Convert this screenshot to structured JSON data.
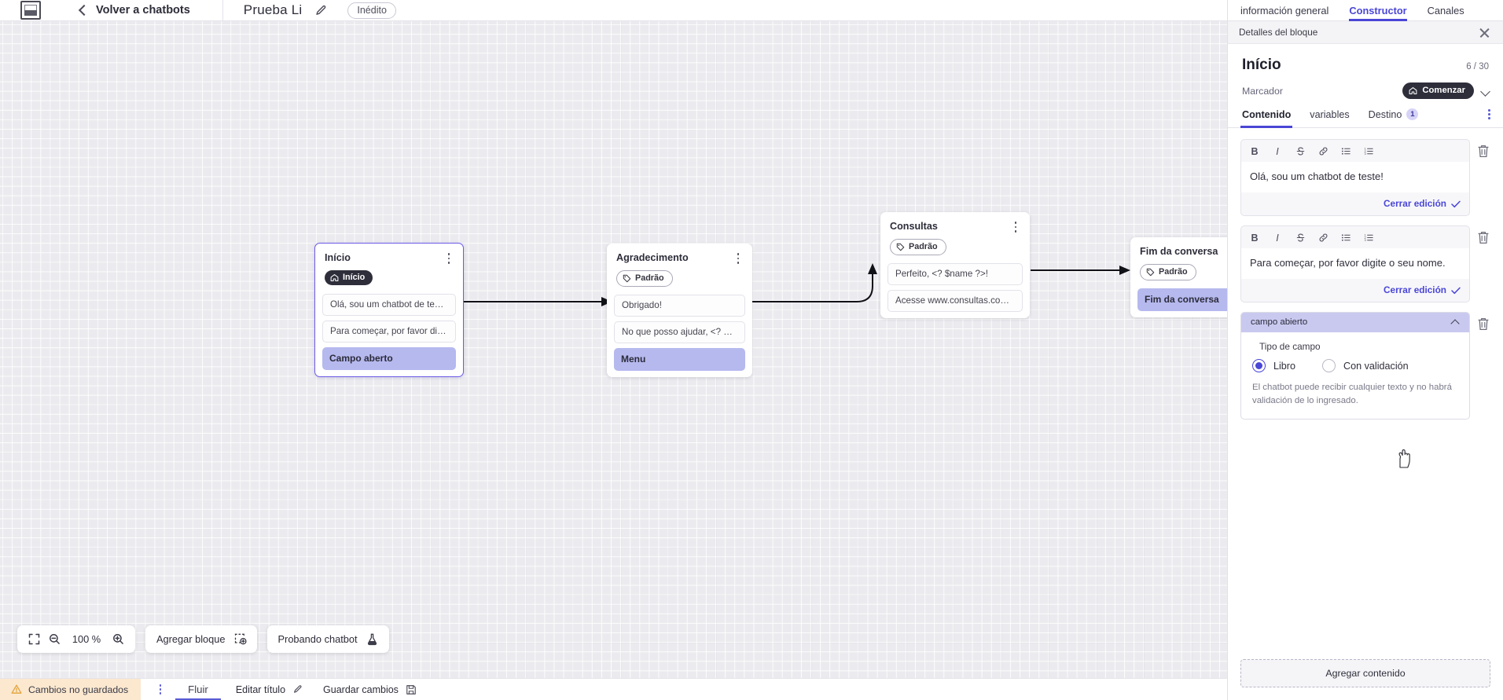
{
  "topbar": {
    "logo_name": "app-logo",
    "back_label": "Volver a chatbots",
    "bot_title": "Prueba Li",
    "edit_title_icon": "pencil-icon",
    "status_badge": "Inédito"
  },
  "canvas": {
    "nodes": [
      {
        "id": "inicio",
        "title": "Início",
        "tag": {
          "label": "Início",
          "style": "dark",
          "icon": "home-icon"
        },
        "bubbles": [
          "Olá, sou um chatbot de teste!",
          "Para começar, por favor digite o ..."
        ],
        "action": "Campo aberto",
        "selected": true
      },
      {
        "id": "agradecimento",
        "title": "Agradecimento",
        "tag": {
          "label": "Padrão",
          "style": "default",
          "icon": "tag-icon"
        },
        "bubbles": [
          "Obrigado!",
          "No que posso ajudar, <? $name ..."
        ],
        "action": "Menu",
        "selected": false
      },
      {
        "id": "consultas",
        "title": "Consultas",
        "tag": {
          "label": "Padrão",
          "style": "default",
          "icon": "tag-icon"
        },
        "bubbles": [
          "Perfeito, <? $name ?>!",
          "Acesse www.consultas.com par..."
        ],
        "action": null,
        "selected": false
      },
      {
        "id": "fim",
        "title": "Fim da conversa",
        "tag": {
          "label": "Padrão",
          "style": "default",
          "icon": "tag-icon"
        },
        "bubbles": [],
        "action": "Fim da conversa",
        "selected": false
      }
    ]
  },
  "float_toolbar": {
    "fit_icon": "fit-screen-icon",
    "zoom_out_icon": "zoom-out-icon",
    "zoom_level": "100 %",
    "zoom_in_icon": "zoom-in-icon",
    "add_block_label": "Agregar bloque",
    "add_block_icon": "add-block-icon",
    "test_label": "Probando chatbot",
    "test_icon": "flask-icon"
  },
  "statusbar": {
    "unsaved_label": "Cambios no guardados",
    "warn_icon": "warning-icon",
    "kebab_icon": "more-options-icon",
    "flow_tab": "Fluir",
    "edit_title_label": "Editar título",
    "edit_title_icon": "pencil-icon",
    "save_label": "Guardar cambios",
    "save_icon": "save-disk-icon"
  },
  "panel": {
    "tabs": [
      {
        "label": "información general",
        "active": false
      },
      {
        "label": "Constructor",
        "active": true
      },
      {
        "label": "Canales",
        "active": false
      }
    ],
    "subhead": "Detalles del bloque",
    "close_icon": "close-icon",
    "block_title": "Início",
    "block_count": "6 / 30",
    "marker_label": "Marcador",
    "marker_pill": "Comenzar",
    "marker_pill_icon": "home-icon",
    "marker_chevron": "chevron-down-icon",
    "section_tabs": [
      {
        "label": "Contenido",
        "active": true,
        "count": null
      },
      {
        "label": "variables",
        "active": false,
        "count": null
      },
      {
        "label": "Destino",
        "active": false,
        "count": "1"
      }
    ],
    "section_kebab": "more-options-icon",
    "toolbar_buttons": [
      "bold-icon",
      "italic-icon",
      "strikethrough-icon",
      "link-icon",
      "bullet-list-icon",
      "numbered-list-icon"
    ],
    "editors": [
      {
        "text": "Olá, sou um chatbot de teste!",
        "close_label": "Cerrar edición",
        "delete_icon": "trash-icon"
      },
      {
        "text": "Para começar, por favor digite o seu nome.",
        "close_label": "Cerrar edición",
        "delete_icon": "trash-icon"
      }
    ],
    "field_card": {
      "header": "campo abierto",
      "collapse_icon": "chevron-up-icon",
      "delete_icon": "trash-icon",
      "label": "Tipo de campo",
      "options": [
        {
          "label": "Libro",
          "selected": true
        },
        {
          "label": "Con validación",
          "selected": false
        }
      ],
      "hint": "El chatbot puede recibir cualquier texto y no habrá validación de lo ingresado."
    },
    "add_content_label": "Agregar contenido"
  },
  "colors": {
    "accent": "#4a46d6",
    "node_action": "#b6b9ee",
    "canvas_bg": "#ebebef",
    "warn_bg": "#fbe8cf",
    "dark_tag": "#2e2e3b"
  }
}
